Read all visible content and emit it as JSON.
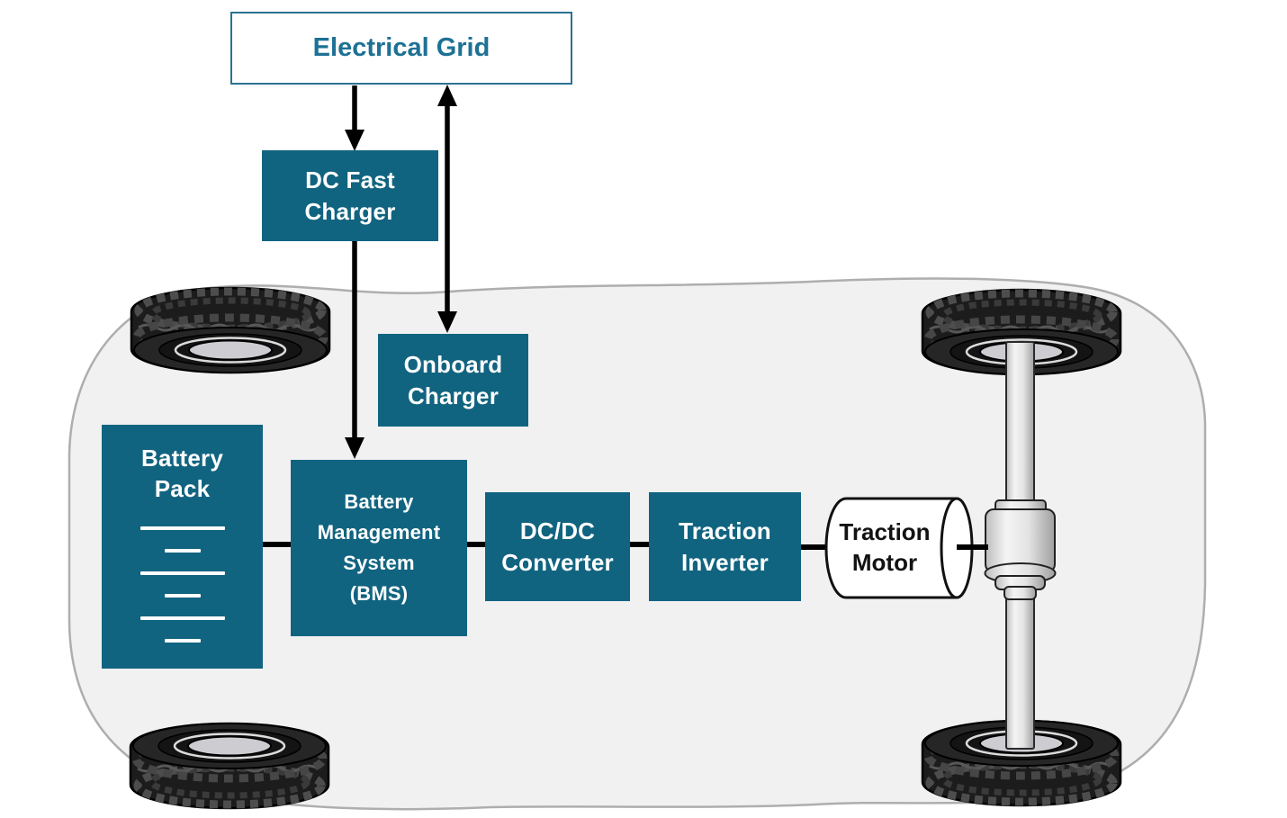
{
  "diagram": {
    "type": "ev-powertrain-block-diagram",
    "nodes": {
      "electrical_grid": {
        "label": "Electrical Grid",
        "style": "outlined"
      },
      "dc_fast_charger": {
        "label": "DC Fast\nCharger",
        "style": "filled"
      },
      "onboard_charger": {
        "label": "Onboard\nCharger",
        "style": "filled"
      },
      "battery_pack": {
        "label": "Battery\nPack",
        "style": "filled",
        "icon": "battery-cells-icon"
      },
      "bms": {
        "label": "Battery\nManagement\nSystem\n(BMS)",
        "style": "filled"
      },
      "dcdc_converter": {
        "label": "DC/DC\nConverter",
        "style": "filled"
      },
      "traction_inverter": {
        "label": "Traction\nInverter",
        "style": "filled"
      },
      "traction_motor": {
        "label": "Traction\nMotor",
        "style": "cylinder"
      }
    },
    "connections": [
      {
        "from": "electrical_grid",
        "to": "dc_fast_charger",
        "type": "arrow-down"
      },
      {
        "from": "electrical_grid",
        "to": "onboard_charger",
        "type": "double-arrow"
      },
      {
        "from": "dc_fast_charger",
        "to": "bms",
        "type": "arrow-down"
      },
      {
        "from": "battery_pack",
        "to": "bms",
        "type": "line"
      },
      {
        "from": "bms",
        "to": "dcdc_converter",
        "type": "line"
      },
      {
        "from": "dcdc_converter",
        "to": "traction_inverter",
        "type": "line"
      },
      {
        "from": "traction_inverter",
        "to": "traction_motor",
        "type": "line"
      },
      {
        "from": "traction_motor",
        "to": "rear_axle_differential",
        "type": "line"
      }
    ],
    "illustration": {
      "elements": [
        "car-chassis-outline",
        "wheel-top-left",
        "wheel-top-right",
        "wheel-bottom-left",
        "wheel-bottom-right",
        "axle-shaft",
        "differential"
      ]
    },
    "colors": {
      "node_fill": "#116480",
      "node_text": "#FFFFFF",
      "grid_border": "#2B7391",
      "grid_text": "#1D7194",
      "connector": "#000000",
      "motor_text": "#121212",
      "car_body_fill": "#F1F1F2",
      "car_body_stroke": "#AEAEAE",
      "axle_metal": "#D9D9D9",
      "tire": "#1C1C1C",
      "rim_hole": "#CDCDD1",
      "background": "#FFFFFF"
    }
  }
}
